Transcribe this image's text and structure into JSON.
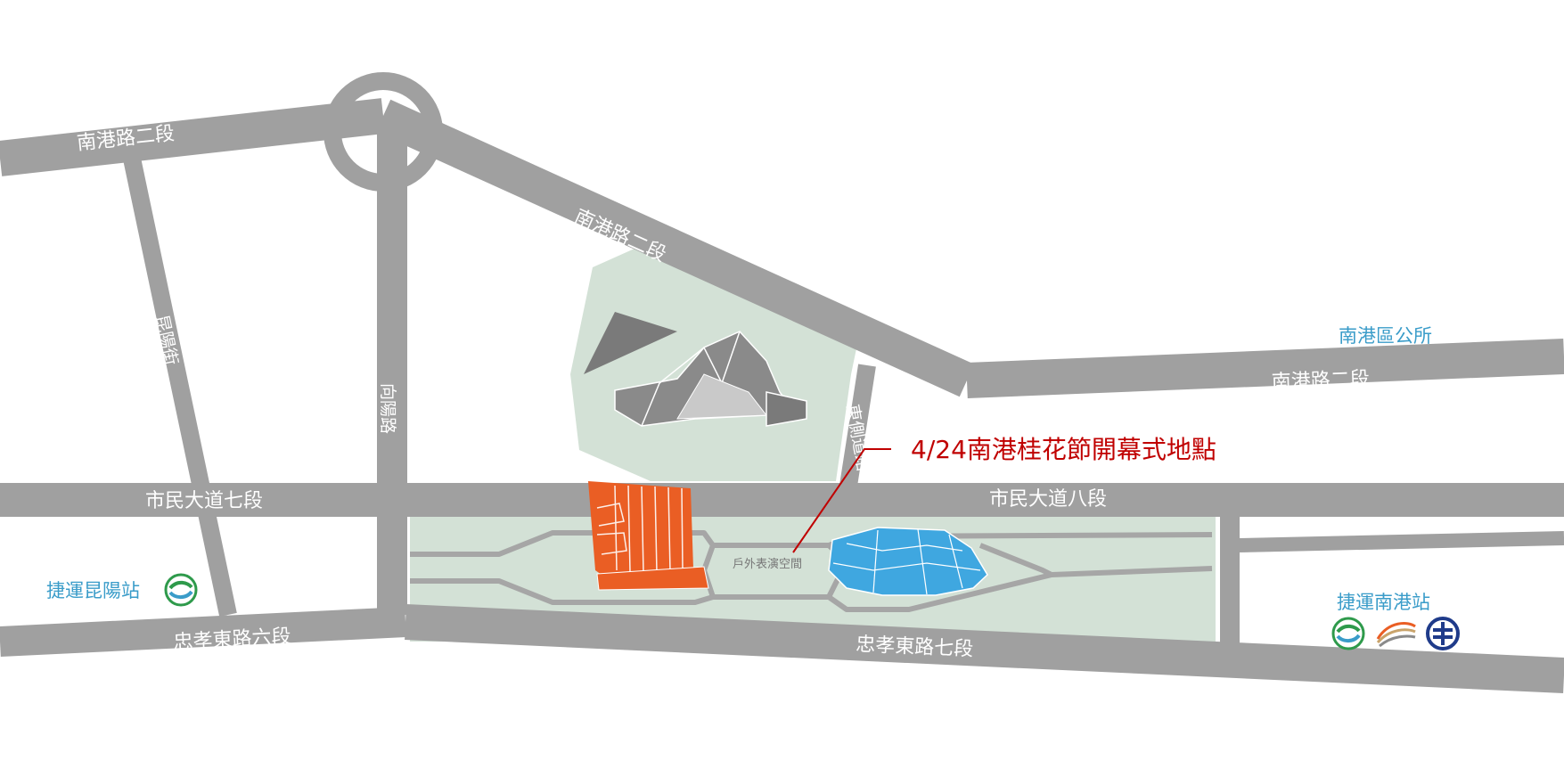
{
  "map": {
    "roads": {
      "nangang_w": "南港路二段",
      "nangang_diag": "南港路二段",
      "nangang_e": "南港路二段",
      "kunyang_st": "昆陽街",
      "xiangyang_rd": "向陽路",
      "east_side_rd": "東側道路",
      "civic_blvd_7": "市民大道七段",
      "civic_blvd_8": "市民大道八段",
      "zhongxiao_6": "忠孝東路六段",
      "zhongxiao_7": "忠孝東路七段"
    },
    "pois": {
      "district_office": "南港區公所",
      "mrt_kunyang": "捷運昆陽站",
      "mrt_nangang": "捷運南港站",
      "outdoor_stage": "戶外表演空間"
    },
    "callout": "4/24南港桂花節開幕式地點",
    "transit_icons": [
      "mrt-icon",
      "hsr-icon",
      "tra-icon"
    ],
    "colors": {
      "road": "#a0a0a0",
      "park": "#d3e1d6",
      "path": "#a6a6a6",
      "building_orange": "#ea5e24",
      "building_blue": "#3fa7e0",
      "building_gray": "#7a7a7a",
      "callout": "#c00000",
      "poi_text": "#3a9cc9",
      "mrt_green": "#2e9a4b",
      "tra_navy": "#1f3b8a"
    }
  }
}
